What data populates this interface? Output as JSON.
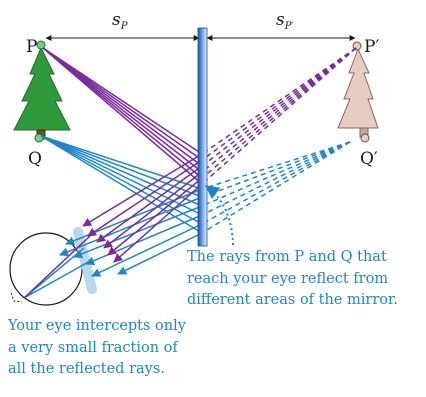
{
  "labels": {
    "point_p": "P",
    "point_q": "Q",
    "image_p": "P′",
    "image_q": "Q′",
    "dist_object": {
      "symbol": "s",
      "subscript": "P"
    },
    "dist_image": {
      "symbol": "s",
      "subscript": "P′"
    }
  },
  "callouts": {
    "mirror_reflection": {
      "lines": [
        "The rays from P and Q that",
        "reach your eye reflect from",
        "different areas of the mirror."
      ]
    },
    "eye_fraction": {
      "lines": [
        "Your eye intercepts only",
        "a very small fraction of",
        "all the reflected rays."
      ]
    }
  },
  "colors": {
    "ray_p": "#7b2a9e",
    "ray_q": "#1e86c8",
    "callout_text": "#1e86c8",
    "tree_object": "#2e9a3c",
    "tree_image": "#e7ccc2",
    "mirror": "#3a7bd5",
    "eye_outline": "#1a1a1a"
  },
  "icons": {
    "object_tree": "tree-icon",
    "image_tree": "tree-icon",
    "mirror": "plane-mirror",
    "eye": "eye-icon"
  }
}
